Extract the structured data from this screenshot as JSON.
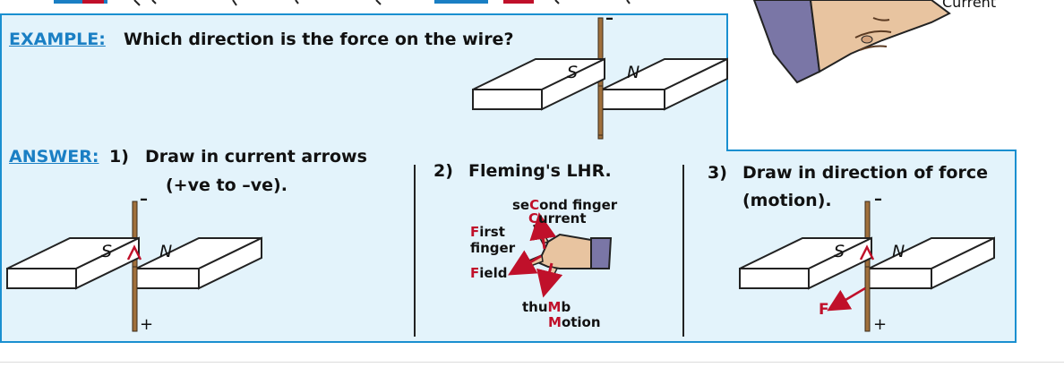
{
  "example": {
    "heading": "EXAMPLE:",
    "question": "Which direction is the force on the wire?",
    "minus_sign": "–",
    "magnet_s": "S",
    "magnet_n": "N"
  },
  "hand_label": "Current",
  "answer": {
    "heading": "ANSWER:",
    "step1": {
      "number": "1)",
      "line1": "Draw in current arrows",
      "line2": "(+ve to –ve).",
      "minus_sign": "–",
      "plus_sign": "+",
      "magnet_s": "S",
      "magnet_n": "N"
    },
    "step2": {
      "number": "2)",
      "title": "Fleming's LHR.",
      "second_finger_pre": "se",
      "second_finger_key": "C",
      "second_finger_post": "ond finger",
      "current_key": "C",
      "current_rest": "urrent",
      "first_key": "F",
      "first_rest": "irst",
      "finger": "finger",
      "field_key": "F",
      "field_rest": "ield",
      "thumb_pre": "thu",
      "thumb_key": "M",
      "thumb_post": "b",
      "motion_key": "M",
      "motion_rest": "otion"
    },
    "step3": {
      "number": "3)",
      "line1": "Draw in direction of force",
      "line2": "(motion).",
      "minus_sign": "–",
      "plus_sign": "+",
      "force_label": "F",
      "magnet_s": "S",
      "magnet_n": "N"
    }
  },
  "colors": {
    "panel_fill": "#e3f3fb",
    "panel_border": "#1a8fd0",
    "heading_blue": "#1a7fc4",
    "key_red": "#c0102a",
    "wire": "#a0703c",
    "magnet_fill": "#ffffff",
    "skin": "#e8c4a0",
    "sleeve": "#7a76a6"
  }
}
